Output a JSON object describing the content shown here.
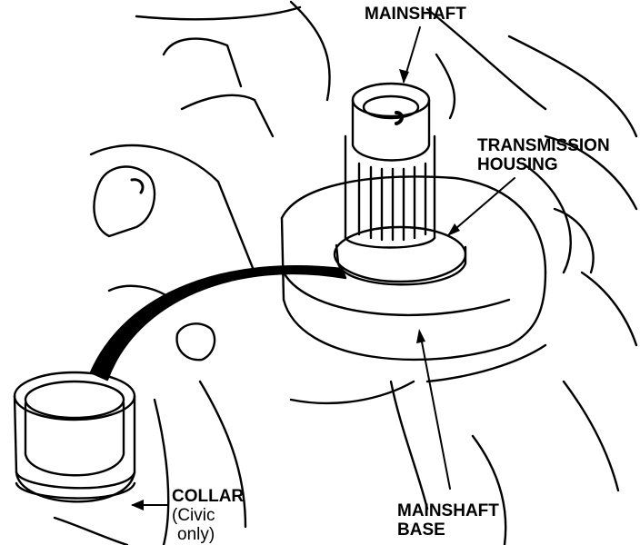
{
  "labels": {
    "mainshaft": "MAINSHAFT",
    "transmission_housing": [
      "TRANSMISSION",
      "HOUSING"
    ],
    "collar": [
      "COLLAR",
      "(Civic",
      "only)"
    ],
    "mainshaft_base": [
      "MAINSHAFT",
      "BASE"
    ]
  },
  "colors": {
    "ink": "#000000",
    "paper": "#ffffff"
  }
}
